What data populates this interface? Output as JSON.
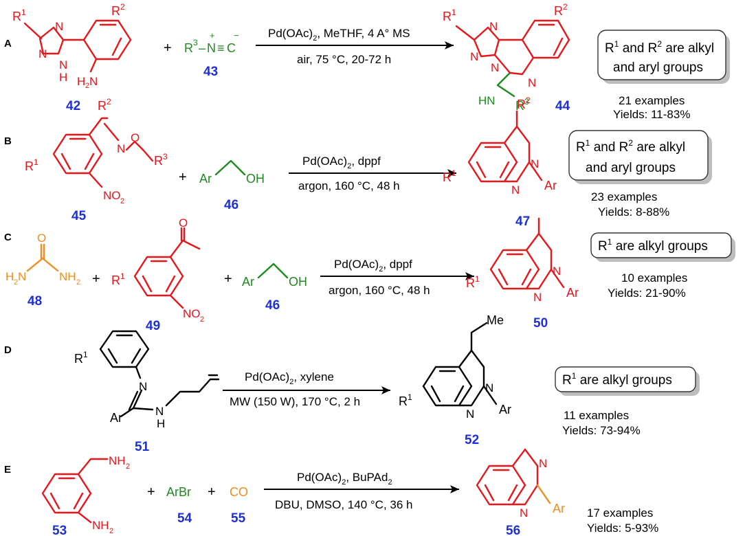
{
  "colors": {
    "reactant": "#e8161b",
    "reagent_green": "#1f8a1f",
    "reagent_orange": "#f28c1e",
    "compound_number": "#1f2fd6",
    "text": "#000000"
  },
  "rows": [
    {
      "letter": "A",
      "compound_numbers": [
        "42",
        "43",
        "44"
      ],
      "reagent_text": "R",
      "conditions_top": "Pd(OAc)",
      "conditions_top_rest": ", MeTHF, 4 A° MS",
      "conditions_bottom": "air, 75 °C, 20-72 h",
      "box_text_line1": "R",
      "box_text_line1_rest": " and R",
      "box_text_line1_end": " are alkyl",
      "box_text_line2": "and aryl groups",
      "examples": "21 examples",
      "yields": "Yields: 11-83%"
    },
    {
      "letter": "B",
      "compound_numbers": [
        "45",
        "46",
        "47"
      ],
      "reagent_text": "Ar",
      "reagent_oh": "OH",
      "conditions_top": "Pd(OAc)",
      "conditions_top_rest": ", dppf",
      "conditions_bottom": "argon, 160 °C, 48 h",
      "box_text_line1": "R",
      "box_text_line1_rest": " and R",
      "box_text_line1_end": " are alkyl",
      "box_text_line2": "and aryl groups",
      "examples": "23  examples",
      "yields": "Yields: 8-88%"
    },
    {
      "letter": "C",
      "compound_numbers": [
        "48",
        "49",
        "46",
        "50"
      ],
      "reagent_text": "Ar",
      "reagent_oh": "OH",
      "conditions_top": "Pd(OAc)",
      "conditions_top_rest": ", dppf",
      "conditions_bottom": "argon, 160 °C, 48 h",
      "box_text_line1": "R",
      "box_text_line1_rest": " are alkyl groups",
      "examples": "10  examples",
      "yields": "Yields: 21-90%"
    },
    {
      "letter": "D",
      "compound_numbers": [
        "51",
        "52"
      ],
      "conditions_top": "Pd(OAc)",
      "conditions_top_rest": ", xylene",
      "conditions_bottom": "MW (150 W), 170 °C, 2 h",
      "box_text_line1": "R",
      "box_text_line1_rest": " are alkyl groups",
      "examples": "11 examples",
      "yields": "Yields: 73-94%"
    },
    {
      "letter": "E",
      "compound_numbers": [
        "53",
        "54",
        "55",
        "56"
      ],
      "reagent_arbr": "ArBr",
      "reagent_co": "CO",
      "conditions_top": "Pd(OAc)",
      "conditions_top_rest": ", BuPAd",
      "conditions_bottom": "DBU, DMSO, 140 °C, 36 h",
      "examples": "17 examples",
      "yields": "Yields: 5-93%"
    }
  ],
  "atoms": {
    "N": "N",
    "H": "H",
    "O": "O",
    "R": "R",
    "Ar": "Ar",
    "Me": "Me",
    "NH2": "NH",
    "H2N": "H",
    "NO2": "NO",
    "HN": "HN",
    "NCplus": "N",
    "C": "C",
    "plus": "+",
    "minus": "−",
    "sub2": "2",
    "sup1": "1",
    "sup2": "2",
    "sup3": "3"
  }
}
